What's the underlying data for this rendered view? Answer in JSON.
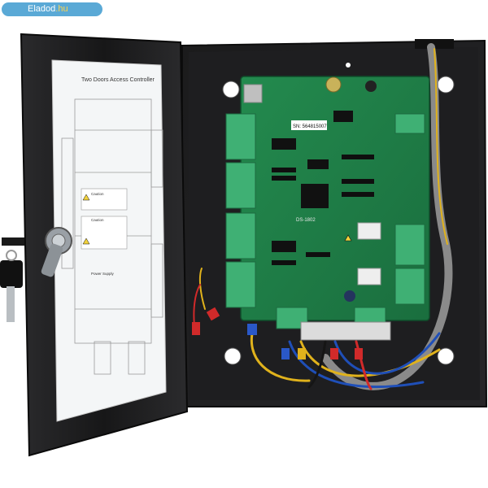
{
  "watermark": {
    "site": "Eladod",
    "tld": ".hu"
  },
  "door_label": {
    "title": "Two Doors Access Controller",
    "caution1": "Caution",
    "caution2": "Caution",
    "power_supply": "Power Supply"
  },
  "board": {
    "serial": "SN: 564815007",
    "model": "DS-1802"
  },
  "colors": {
    "enclosure": "#1d1d1f",
    "pcb": "#1f7a45",
    "terminal": "#3fb074",
    "label_paper": "#f4f6f7",
    "wire_blue": "#1f4fb8",
    "wire_yellow": "#e0b21c",
    "wire_red": "#d12a2a",
    "wire_black": "#151515"
  }
}
